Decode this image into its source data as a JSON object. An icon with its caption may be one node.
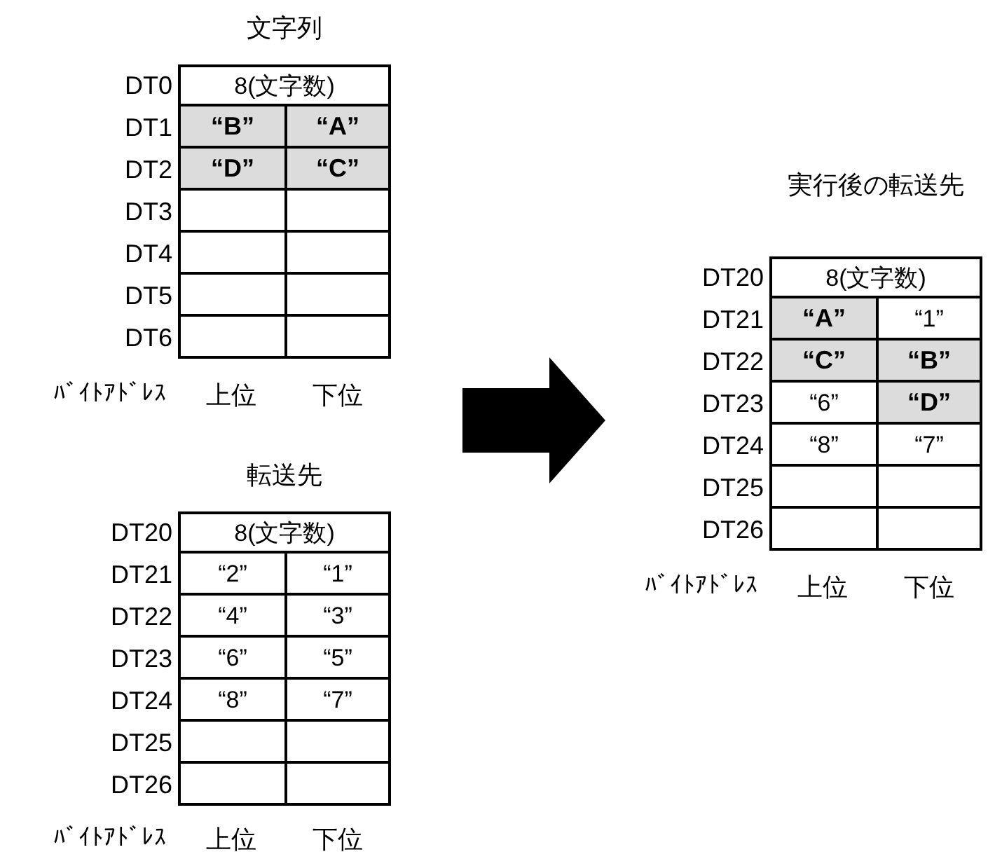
{
  "diagram": {
    "nodes": [
      {
        "text": [
          "文字列",
          "DT0",
          "8(文字数)",
          "DT1",
          "“B”",
          "“A”",
          "DT2",
          "“D”",
          "“C”",
          "DT3",
          "DT4",
          "DT5",
          "DT6",
          "ﾊﾞｲﾄｱﾄﾞﾚｽ",
          "上位",
          "下位"
        ]
      },
      {
        "text": [
          "転送先",
          "DT20",
          "8(文字数)",
          "DT21",
          "“2”",
          "“1”",
          "DT22",
          "“4”",
          "“3”",
          "DT23",
          "“6”",
          "“5”",
          "DT24",
          "“8”",
          "“7”",
          "DT25",
          "DT26",
          "ﾊﾞｲﾄｱﾄﾞﾚｽ",
          "上位",
          "下位"
        ]
      },
      {
        "text": [
          "実行後の転送先",
          "DT20",
          "8(文字数)",
          "DT21",
          "“A”",
          "“1”",
          "DT22",
          "“C”",
          "“B”",
          "DT23",
          "“6”",
          "“D”",
          "DT24",
          "“8”",
          "“7”",
          "DT25",
          "DT26",
          "ﾊﾞｲﾄｱﾄﾞﾚｽ",
          "上位",
          "下位"
        ]
      }
    ],
    "edges": [
      {
        "from": 0,
        "to": 2,
        "arrow": "to",
        "style": "thick"
      },
      {
        "from": 1,
        "to": 2,
        "arrow": "to",
        "style": "thick"
      }
    ]
  }
}
